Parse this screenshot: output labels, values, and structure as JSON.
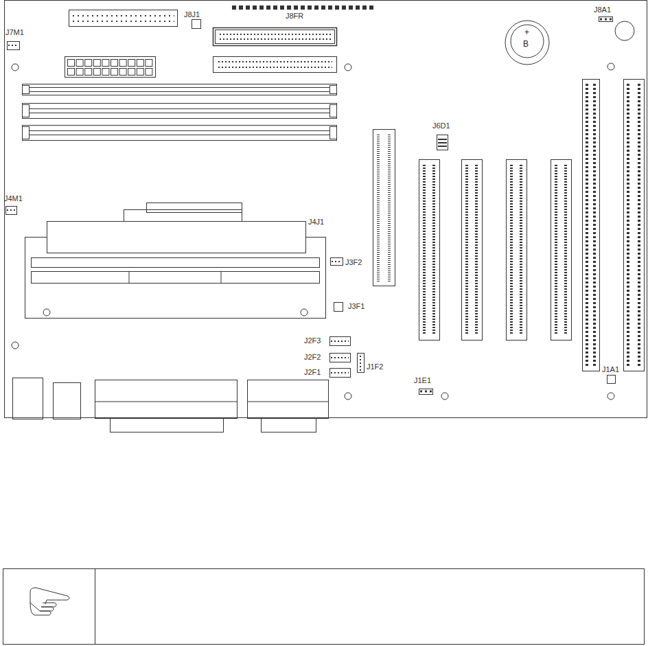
{
  "diagram": {
    "labels": [
      "J8J1",
      "J8FR",
      "J8A1",
      "J7M1",
      "+",
      "B",
      "J6D1",
      "J4M1",
      "J4J1",
      "J3F2",
      "J3F1",
      "J2F3",
      "J2F2",
      "J2F1",
      "J1F2",
      "J1E1",
      "J1A1"
    ]
  }
}
